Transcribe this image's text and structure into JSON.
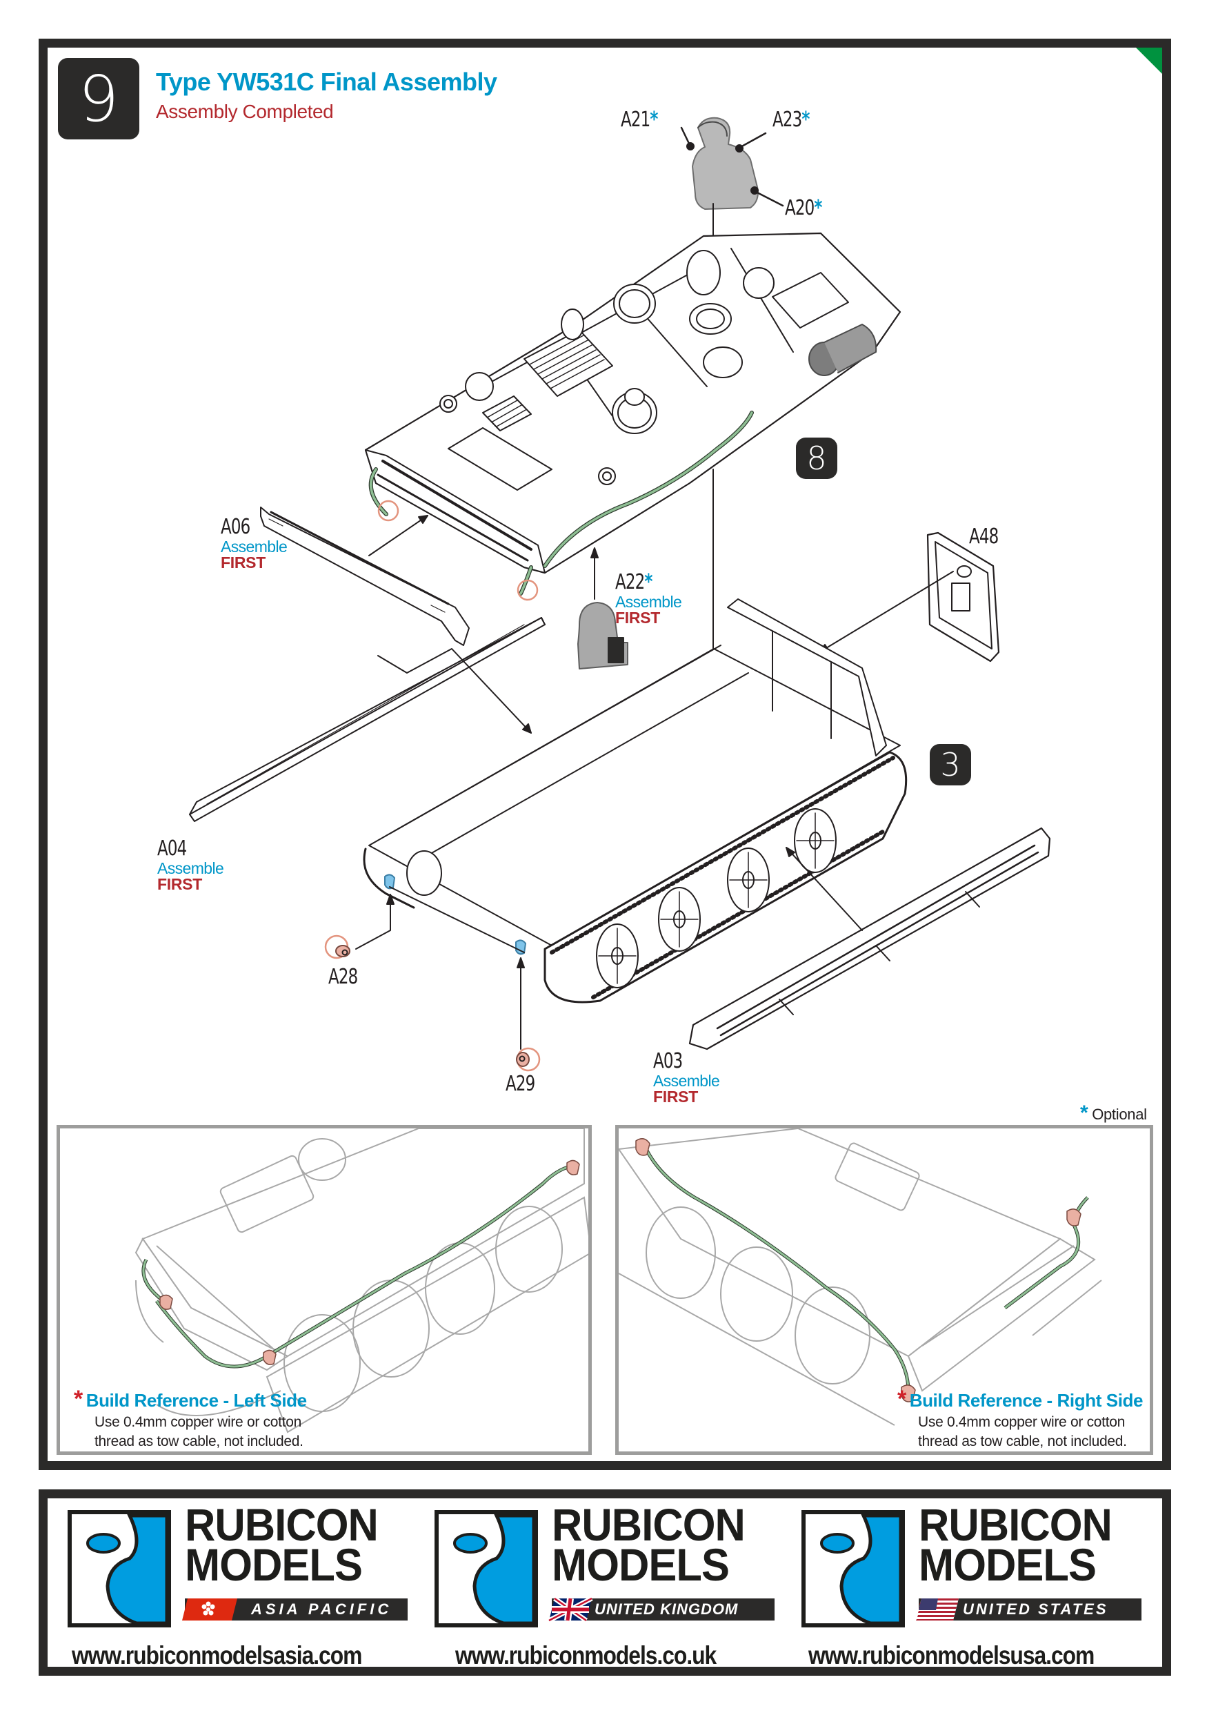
{
  "step": {
    "number": "9",
    "title": "Type YW531C Final Assembly",
    "subtitle": "Assembly Completed"
  },
  "sub_steps": {
    "hull_top": "8",
    "hull_lower": "3"
  },
  "parts": [
    {
      "id": "A21",
      "optional": "*"
    },
    {
      "id": "A23",
      "optional": "*"
    },
    {
      "id": "A20",
      "optional": "*"
    },
    {
      "id": "A06",
      "note": "Assemble",
      "emphasis": "FIRST"
    },
    {
      "id": "A22",
      "optional": "*",
      "note": "Assemble",
      "emphasis": "FIRST"
    },
    {
      "id": "A48"
    },
    {
      "id": "A04",
      "note": "Assemble",
      "emphasis": "FIRST"
    },
    {
      "id": "A28"
    },
    {
      "id": "A29"
    },
    {
      "id": "A03",
      "note": "Assemble",
      "emphasis": "FIRST"
    }
  ],
  "legend": {
    "star": "*",
    "optional_label": "Optional"
  },
  "build_references": [
    {
      "star": "*",
      "title": "Build Reference - Left Side",
      "line1": "Use 0.4mm copper wire or cotton",
      "line2": "thread as tow cable, not included."
    },
    {
      "star": "*",
      "title": "Build Reference - Right Side",
      "line1": "Use 0.4mm copper wire or cotton",
      "line2": "thread as tow cable, not included."
    }
  ],
  "footer": {
    "brands": [
      {
        "line1": "RUBICON",
        "line2": "MODELS",
        "region": "ASIA PACIFIC",
        "flag": "hong-kong-flag",
        "url": "www.rubiconmodelsasia.com"
      },
      {
        "line1": "RUBICON",
        "line2": "MODELS",
        "region": "UNITED KINGDOM",
        "flag": "uk-flag",
        "url": "www.rubiconmodels.co.uk"
      },
      {
        "line1": "RUBICON",
        "line2": "MODELS",
        "region": "UNITED STATES",
        "flag": "us-flag",
        "url": "www.rubiconmodelsusa.com"
      }
    ]
  },
  "colors": {
    "title_blue": "#0096c8",
    "accent_red": "#b3282d",
    "frame": "#2b2a29",
    "corner_green": "#00923f",
    "logo_blue": "#009de0",
    "cable_green": "#8fbf94",
    "highlight_blue": "#7fc4ea",
    "highlight_pink": "#eab0a3"
  }
}
